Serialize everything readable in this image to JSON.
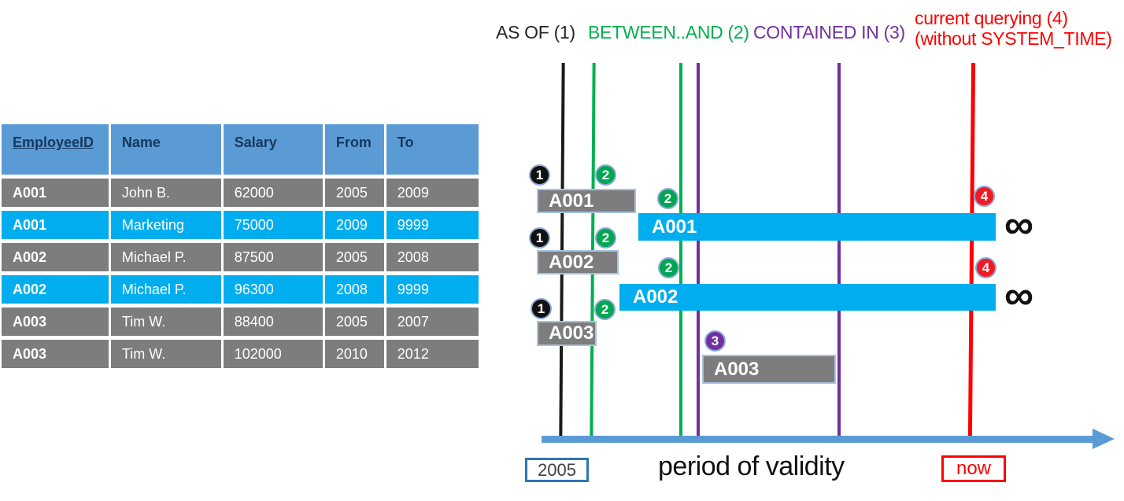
{
  "table": {
    "headers": [
      "EmployeeID",
      "Name",
      "Salary",
      "From",
      "To"
    ],
    "rows": [
      {
        "cells": [
          "A001",
          "John B.",
          "62000",
          "2005",
          "2009"
        ],
        "highlight": false
      },
      {
        "cells": [
          "A001",
          "Marketing",
          "75000",
          "2009",
          "9999"
        ],
        "highlight": true
      },
      {
        "cells": [
          "A002",
          "Michael P.",
          "87500",
          "2005",
          "2008"
        ],
        "highlight": false
      },
      {
        "cells": [
          "A002",
          "Michael P.",
          "96300",
          "2008",
          "9999"
        ],
        "highlight": true
      },
      {
        "cells": [
          "A003",
          "Tim W.",
          "88400",
          "2005",
          "2007"
        ],
        "highlight": false
      },
      {
        "cells": [
          "A003",
          "Tim W.",
          "102000",
          "2010",
          "2012"
        ],
        "highlight": false
      }
    ]
  },
  "legend": {
    "as_of": "AS OF (1)",
    "between_and": "BETWEEN..AND (2)",
    "contained_in": "CONTAINED IN (3)",
    "current_line1": "current querying (4)",
    "current_line2": "(without SYSTEM_TIME)"
  },
  "diagram": {
    "lines": [
      {
        "name": "as-of",
        "color": "#1a1a1a"
      },
      {
        "name": "between-start",
        "color": "#00B050"
      },
      {
        "name": "between-end",
        "color": "#00B050"
      },
      {
        "name": "contained-start",
        "color": "#7030A0"
      },
      {
        "name": "contained-end",
        "color": "#7030A0"
      },
      {
        "name": "now",
        "color": "#FF0000"
      }
    ],
    "bars": [
      {
        "label": "A001",
        "variant": "history"
      },
      {
        "label": "A001",
        "variant": "current"
      },
      {
        "label": "A002",
        "variant": "history"
      },
      {
        "label": "A002",
        "variant": "current"
      },
      {
        "label": "A003",
        "variant": "history"
      },
      {
        "label": "A003",
        "variant": "history"
      }
    ],
    "badges": [
      {
        "number": "1",
        "color": "black"
      },
      {
        "number": "2",
        "color": "green"
      },
      {
        "number": "2",
        "color": "green"
      },
      {
        "number": "1",
        "color": "black"
      },
      {
        "number": "2",
        "color": "green"
      },
      {
        "number": "2",
        "color": "green"
      },
      {
        "number": "1",
        "color": "black"
      },
      {
        "number": "2",
        "color": "green"
      },
      {
        "number": "3",
        "color": "purple"
      },
      {
        "number": "4",
        "color": "red"
      },
      {
        "number": "4",
        "color": "red"
      }
    ],
    "infinity": "∞",
    "axis": {
      "start_label": "2005",
      "axis_label": "period of validity",
      "end_label": "now"
    }
  },
  "colors": {
    "header_blue": "#5B9BD5",
    "header_text_navy": "#17375D",
    "row_gray": "#7D7D7D",
    "row_highlight_blue": "#00AEEF",
    "green": "#00B050",
    "purple": "#7030A0",
    "red": "#FF0000",
    "axis_blue": "#5B9BD5"
  }
}
